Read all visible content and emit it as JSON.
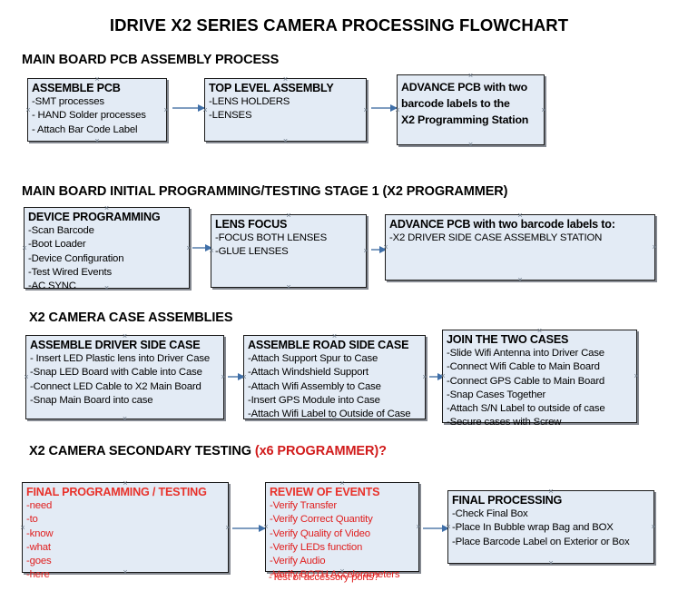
{
  "document": {
    "title": "IDRIVE X2  SERIES CAMERA PROCESSING FLOWCHART"
  },
  "colors": {
    "box_fill": "#e3ebf5",
    "box_border": "#1a1a1a",
    "arrow": "#7f9dc0",
    "arrow_head": "#3f6fa8",
    "accent_red": "#e02020",
    "text": "#000000"
  },
  "sections": [
    {
      "heading": "MAIN BOARD PCB ASSEMBLY PROCESS",
      "heading_accent": "",
      "boxes": [
        {
          "title": "ASSEMBLE PCB",
          "lines": [
            "-SMT processes",
            "- HAND Solder processes",
            "- Attach Bar Code Label"
          ]
        },
        {
          "title": "TOP LEVEL ASSEMBLY",
          "lines": [
            "-LENS HOLDERS",
            "-LENSES"
          ]
        },
        {
          "title": "ADVANCE PCB with two",
          "lines": [
            "barcode labels to the",
            " X2 Programming Station"
          ]
        }
      ]
    },
    {
      "heading": "MAIN BOARD INITIAL PROGRAMMING/TESTING STAGE 1 (X2 PROGRAMMER)",
      "heading_accent": "",
      "boxes": [
        {
          "title": "DEVICE PROGRAMMING",
          "lines": [
            "-Scan Barcode",
            "-Boot Loader",
            "-Device Configuration",
            "-Test Wired Events",
            "-AC SYNC"
          ]
        },
        {
          "title": "LENS FOCUS",
          "lines": [
            "-FOCUS BOTH LENSES",
            "-GLUE LENSES"
          ]
        },
        {
          "title": "ADVANCE PCB with two barcode labels to:",
          "lines": [
            "-X2 DRIVER  SIDE  CASE  ASSEMBLY STATION"
          ]
        }
      ]
    },
    {
      "heading": "X2 CAMERA CASE ASSEMBLIES",
      "heading_accent": "",
      "boxes": [
        {
          "title": "ASSEMBLE DRIVER SIDE CASE",
          "lines": [
            "- Insert LED Plastic lens into Driver Case",
            "-Snap LED Board with Cable into Case",
            "-Connect LED Cable to X2 Main Board",
            "-Snap Main Board into case"
          ]
        },
        {
          "title": "ASSEMBLE ROAD SIDE CASE",
          "lines": [
            "-Attach Support Spur to Case",
            "-Attach Windshield Support",
            "-Attach Wifi Assembly to Case",
            "-Insert GPS Module into Case",
            "-Attach Wifi Label to Outside of Case"
          ]
        },
        {
          "title": "JOIN THE TWO CASES",
          "lines": [
            "-Slide Wifi Antenna into Driver Case",
            "-Connect Wifi Cable to Main Board",
            "-Connect GPS Cable to Main Board",
            "-Snap Cases Together",
            "-Attach S/N Label to outside of case",
            "-Secure cases with Screw"
          ]
        }
      ]
    },
    {
      "heading": "X2 CAMERA SECONDARY TESTING  ",
      "heading_accent": "(x6 PROGRAMMER)?",
      "boxes": [
        {
          "title": "FINAL PROGRAMMING / TESTING",
          "lines": [
            "-need",
            "-to",
            "-know",
            "-what",
            "-goes",
            "-here"
          ]
        },
        {
          "title": "REVIEW OF EVENTS",
          "lines": [
            "-Verify Transfer",
            "-Verify Correct Quantity",
            "-Verify Quality of Video",
            "-Verify LEDs function",
            "-Verify Audio",
            "-Verify BOTH Accelerometers"
          ],
          "overflow_line": "-Test of accessory ports?"
        },
        {
          "title": "FINAL PROCESSING",
          "lines": [
            "-Check Final Box",
            "-Place In Bubble wrap Bag and BOX",
            "-Place Barcode Label on Exterior or Box"
          ]
        }
      ]
    }
  ]
}
